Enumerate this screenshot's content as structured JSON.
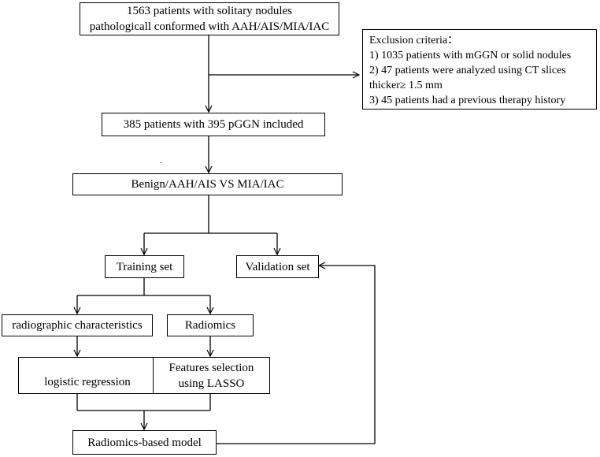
{
  "nodes": {
    "start": {
      "line1": "1563 patients with solitary nodules",
      "line2": "pathologicall conformed with AAH/AIS/MIA/IAC"
    },
    "exclusion": {
      "title": "Exclusion criteria：",
      "items": [
        "1) 1035 patients with mGGN or solid nodules",
        "2) 47 patients were analyzed using CT slices",
        "thicker≥ 1.5 mm",
        "3) 45 patients had a  previous therapy history"
      ]
    },
    "included": "385 patients with 395 pGGN included",
    "comparison": "Benign/AAH/AIS  VS  MIA/IAC",
    "training": "Training set",
    "validation": "Validation set",
    "radiographic": "radiographic characteristics",
    "radiomics": "Radiomics",
    "logistic": "logistic regression",
    "features": {
      "line1": "Features selection",
      "line2": "using LASSO"
    },
    "model": "Radiomics-based model"
  }
}
